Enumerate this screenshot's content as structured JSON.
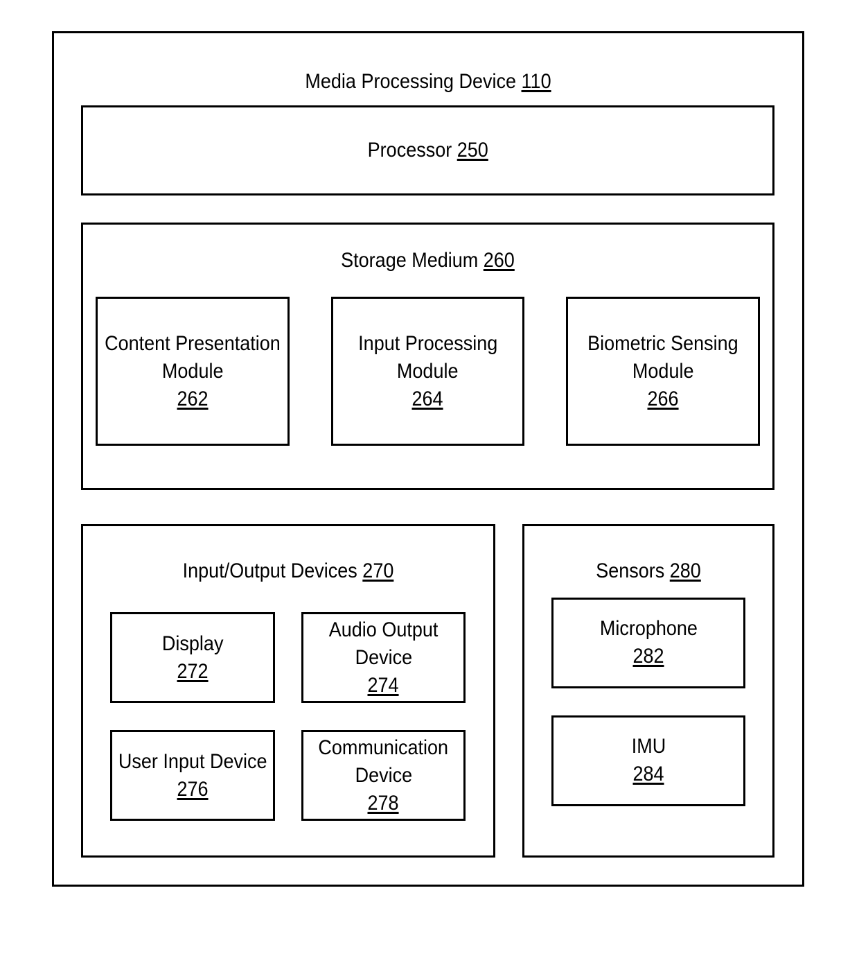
{
  "device": {
    "label": "Media Processing Device",
    "ref": "110"
  },
  "processor": {
    "label": "Processor",
    "ref": "250"
  },
  "storage": {
    "label": "Storage Medium",
    "ref": "260",
    "modules": [
      {
        "line1": "Content Presentation",
        "line2": "Module",
        "ref": "262"
      },
      {
        "line1": "Input Processing",
        "line2": "Module",
        "ref": "264"
      },
      {
        "line1": "Biometric Sensing",
        "line2": "Module",
        "ref": "266"
      }
    ]
  },
  "io": {
    "label": "Input/Output Devices",
    "ref": "270",
    "display": {
      "line1": "Display",
      "ref": "272"
    },
    "audio": {
      "line1": "Audio Output",
      "line2": "Device",
      "ref": "274"
    },
    "user_input": {
      "line1": "User Input Device",
      "ref": "276"
    },
    "communication": {
      "line1": "Communication",
      "line2": "Device",
      "ref": "278"
    }
  },
  "sensors": {
    "label": "Sensors",
    "ref": "280",
    "microphone": {
      "line1": "Microphone",
      "ref": "282"
    },
    "imu": {
      "line1": "IMU",
      "ref": "284"
    }
  }
}
